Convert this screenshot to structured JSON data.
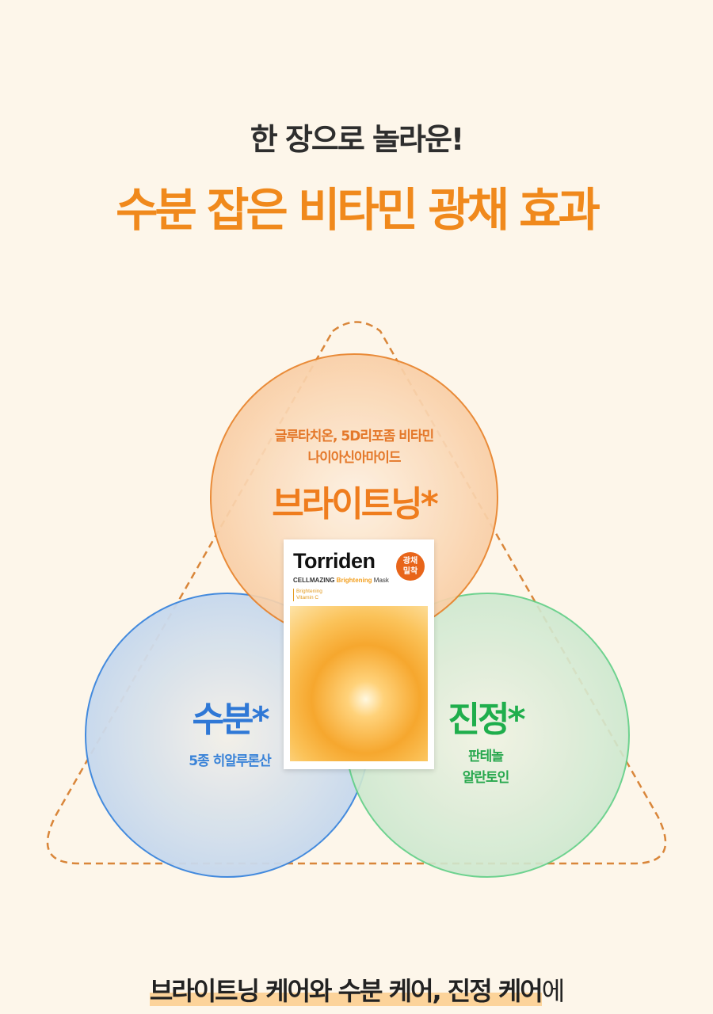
{
  "header": {
    "subtitle": "한 장으로 놀라운!",
    "title": "수분 잡은 비타민 광채 효과"
  },
  "diagram": {
    "brightening": {
      "ingredients_line1": "글루타치온, 5D리포좀 비타민",
      "ingredients_line2": "나이아신아마이드",
      "label": "브라이트닝",
      "color": "#ef7d1e"
    },
    "hydration": {
      "label": "수분",
      "ingredients_line1": "5종 히알루론산",
      "color": "#2f78d6"
    },
    "soothing": {
      "label": "진정",
      "ingredients_line1": "판테놀",
      "ingredients_line2": "알란토인",
      "color": "#1fae4c"
    },
    "asterisk": "*"
  },
  "product": {
    "brand": "Torriden",
    "badge_line1": "광채",
    "badge_line2": "밀착",
    "line_a": "CELLMAZING",
    "line_b": "Brightening",
    "line_c": "Mask",
    "tag1": "Brightening",
    "tag2": "Vitamin C"
  },
  "footer": {
    "highlight": "브라이트닝 케어와 수분 케어, 진정 케어",
    "suffix": "에"
  }
}
